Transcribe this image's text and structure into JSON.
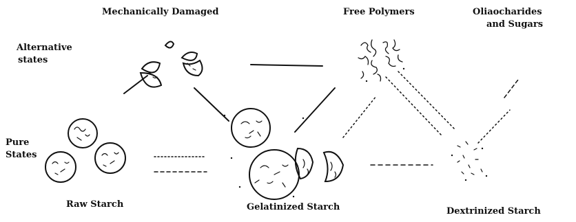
{
  "diagram": {
    "column_labels": {
      "mechanically_damaged": "Mechanically Damaged",
      "free_polymers": "Free Polymers",
      "oligosaccharides_line1": "Oliaocharides",
      "oligosaccharides_line2": "and Sugars"
    },
    "row_labels": {
      "alternative_line1": "Alternative",
      "alternative_line2": "states",
      "pure_line1": "Pure",
      "pure_line2": "States"
    },
    "bottom_labels": {
      "raw_starch": "Raw Starch",
      "gelatinized_starch": "Gelatinized Starch",
      "dextrinized_starch": "Dextrinized Starch"
    },
    "colors": {
      "ink": "#111111",
      "background": "#ffffff"
    }
  }
}
